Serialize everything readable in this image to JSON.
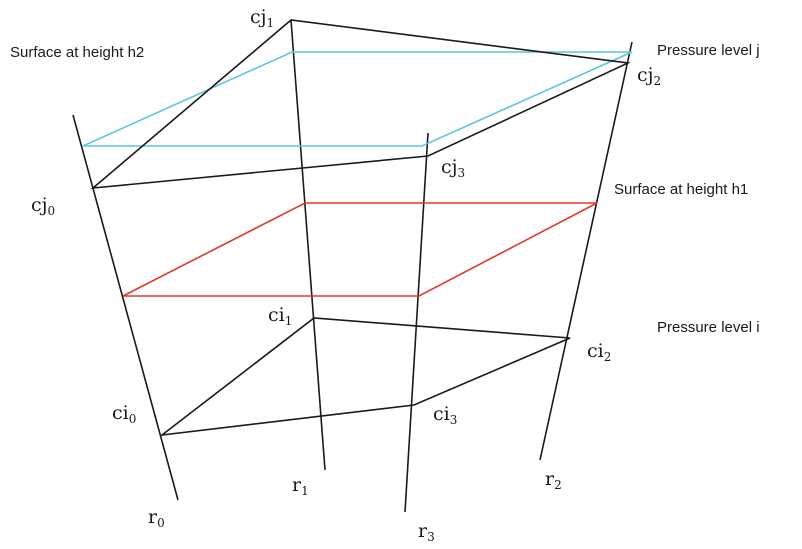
{
  "labels": {
    "surface_h2": "Surface at height h2",
    "surface_h1": "Surface at height h1",
    "pressure_j": "Pressure level j",
    "pressure_i": "Pressure level i",
    "cj": "cj",
    "ci": "ci",
    "r": "r",
    "idx0": "0",
    "idx1": "1",
    "idx2": "2",
    "idx3": "3"
  },
  "colors": {
    "line": "#1a1a1a",
    "surface_h2": "#5bc6dd",
    "surface_h1": "#e0392b"
  }
}
